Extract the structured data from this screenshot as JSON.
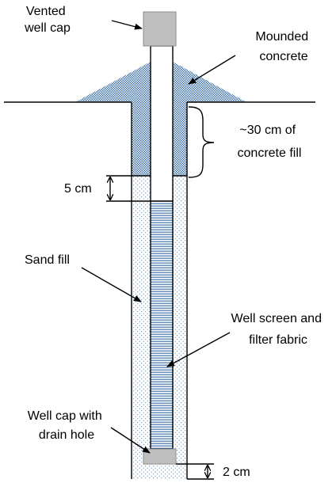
{
  "labels": {
    "vented_cap": [
      "Vented",
      "well cap"
    ],
    "mounded": [
      "Mounded",
      "concrete"
    ],
    "concrete_fill": [
      "~30 cm of",
      "concrete fill"
    ],
    "five_cm": "5 cm",
    "sand_fill": "Sand fill",
    "screen": [
      "Well screen and",
      "filter fabric"
    ],
    "bottom_cap": [
      "Well cap with",
      "drain hole"
    ],
    "two_cm": "2 cm"
  },
  "colors": {
    "concrete": "#3a6fa8",
    "sand": "#3a6fa8",
    "screen_lines": "#2f65a3",
    "cap": "#bfbfbf",
    "cap_border": "#8c8c8c",
    "outline": "#000000"
  }
}
